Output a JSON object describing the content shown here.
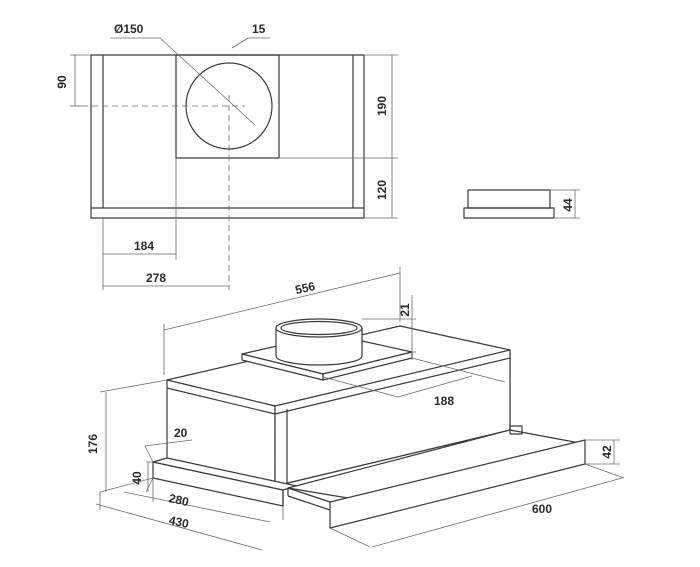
{
  "labels": {
    "duct_diameter": "Ø150",
    "offset_15": "15",
    "side_90": "90",
    "height_190": "190",
    "height_120": "120",
    "front_184": "184",
    "front_278": "278",
    "profile_44": "44",
    "depth_556": "556",
    "collar_21": "21",
    "collar_188": "188",
    "height_176": "176",
    "lip_20": "20",
    "front_40": "40",
    "width_280": "280",
    "width_430": "430",
    "drawer_600": "600",
    "drawer_42": "42"
  }
}
